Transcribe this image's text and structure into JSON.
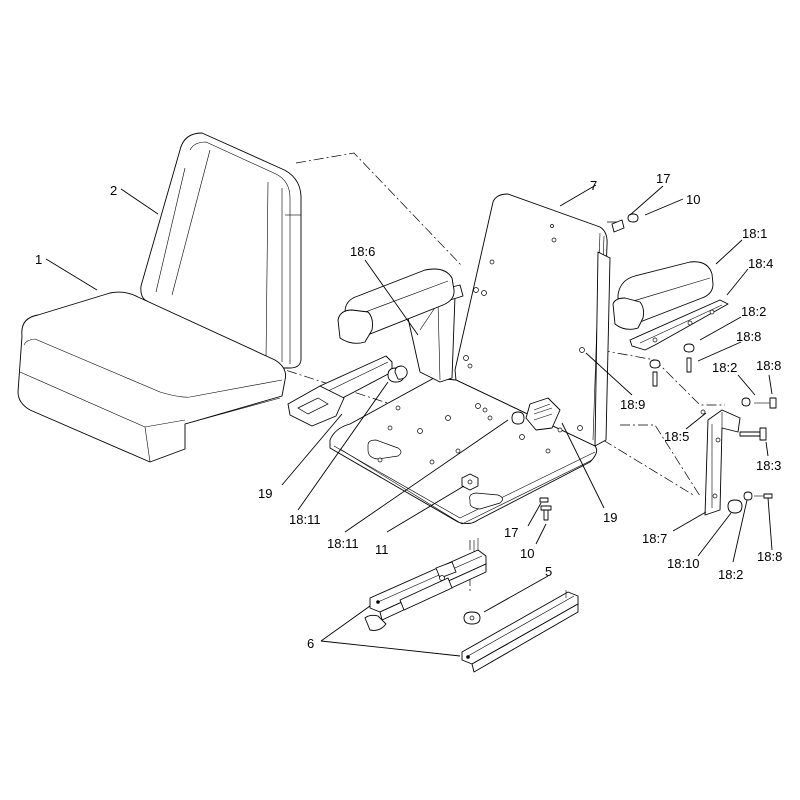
{
  "callouts": {
    "c1": "1",
    "c2": "2",
    "c5": "5",
    "c6": "6",
    "c7": "7",
    "c10a": "10",
    "c10b": "10",
    "c11": "11",
    "c17a": "17",
    "c17b": "17",
    "c19a": "19",
    "c19b": "19",
    "c18_1": "18:1",
    "c18_2a": "18:2",
    "c18_2b": "18:2",
    "c18_2c": "18:2",
    "c18_3": "18:3",
    "c18_4": "18:4",
    "c18_5": "18:5",
    "c18_6": "18:6",
    "c18_7": "18:7",
    "c18_8a": "18:8",
    "c18_8b": "18:8",
    "c18_8c": "18:8",
    "c18_9": "18:9",
    "c18_10": "18:10",
    "c18_11a": "18:11",
    "c18_11b": "18:11"
  }
}
